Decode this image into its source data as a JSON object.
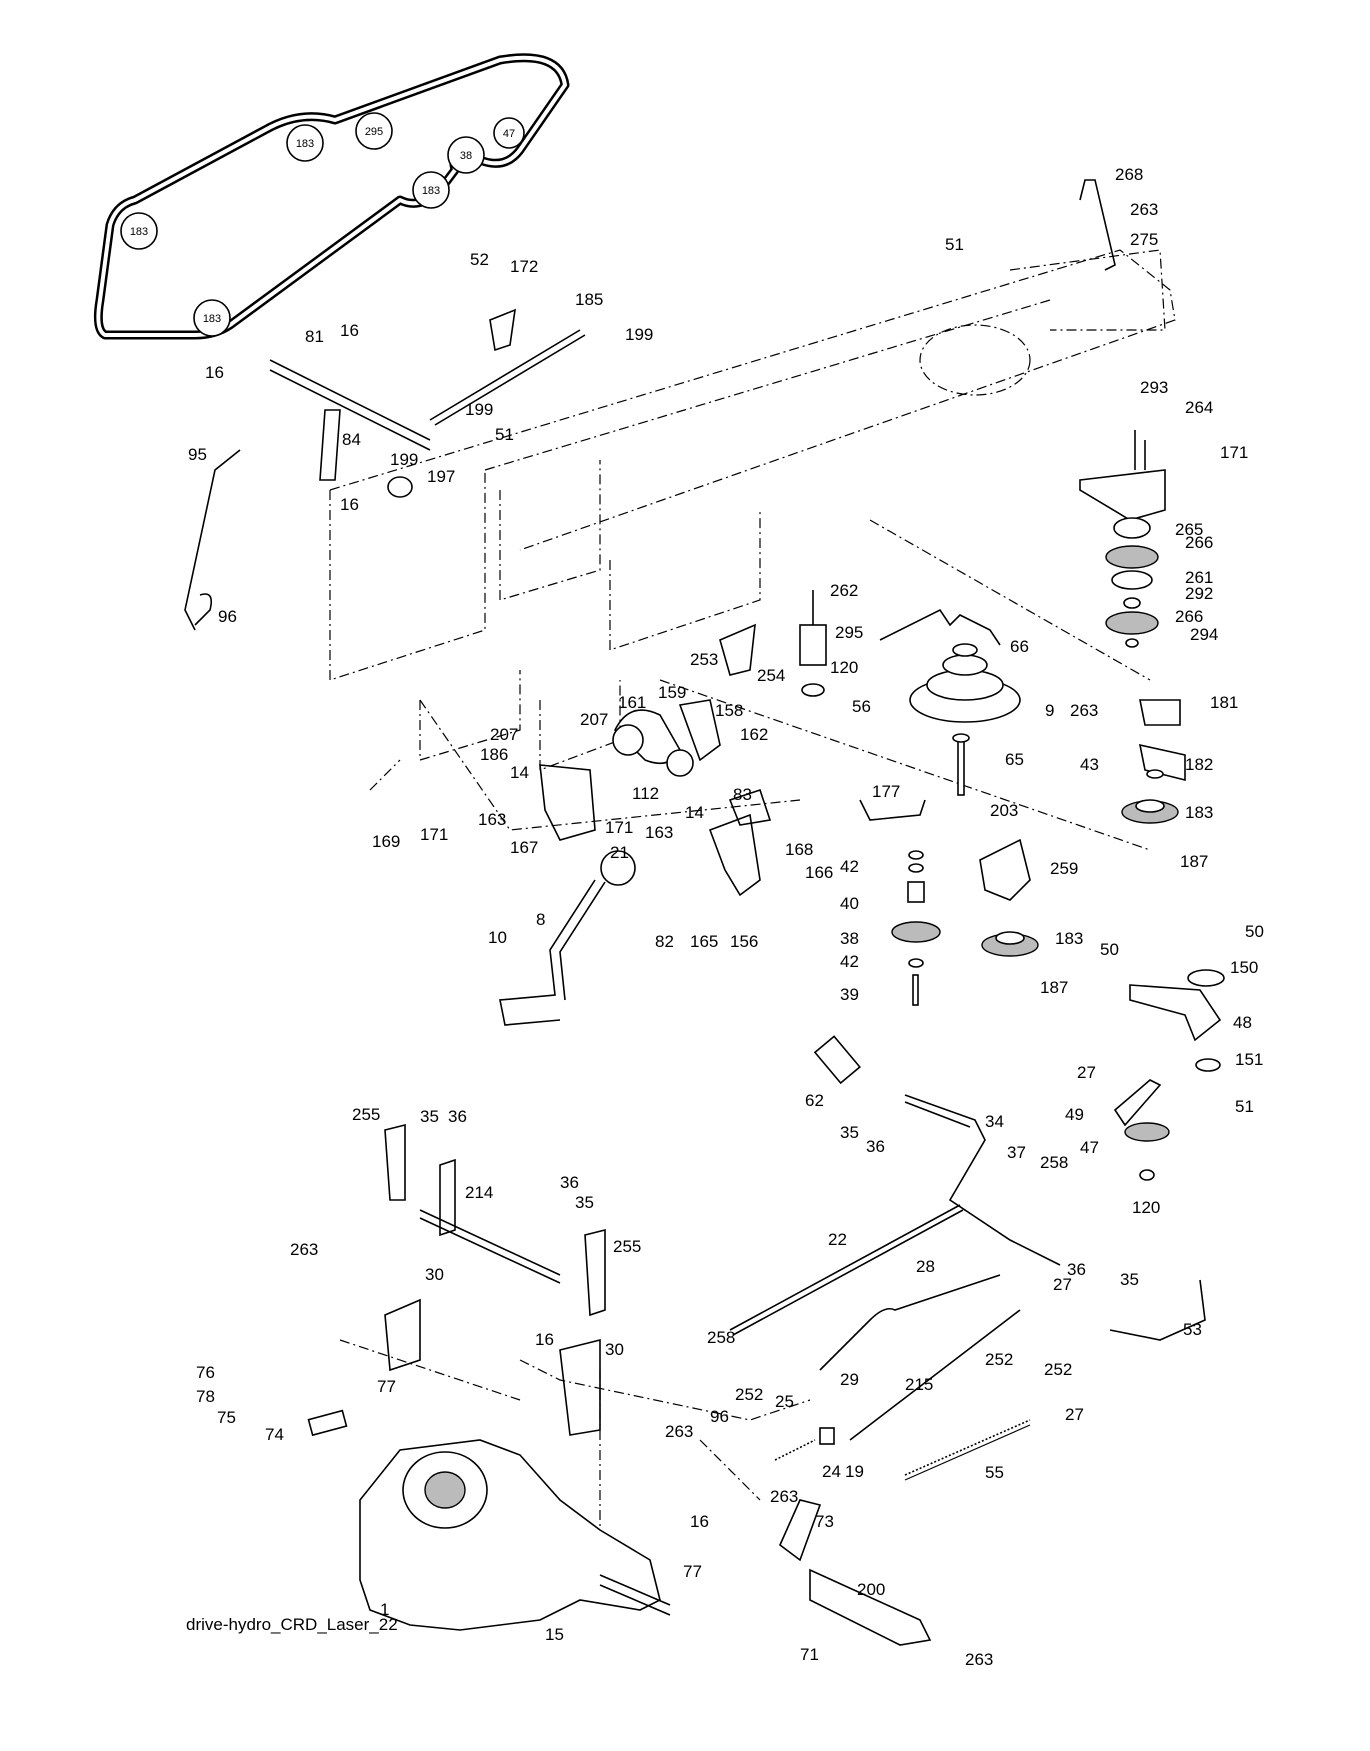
{
  "caption": "drive-hydro_CRD_Laser_22",
  "belt_pulley_labels": [
    "183",
    "295",
    "183",
    "38",
    "47",
    "183",
    "183"
  ],
  "callouts": [
    "268",
    "263",
    "275",
    "51",
    "52",
    "172",
    "185",
    "199",
    "81",
    "16",
    "16",
    "199",
    "84",
    "199",
    "51",
    "197",
    "16",
    "95",
    "96",
    "293",
    "264",
    "171",
    "265",
    "266",
    "261",
    "292",
    "266",
    "294",
    "262",
    "295",
    "120",
    "56",
    "66",
    "9",
    "263",
    "181",
    "253",
    "254",
    "161",
    "159",
    "158",
    "207",
    "162",
    "207",
    "186",
    "14",
    "163",
    "112",
    "14",
    "83",
    "163",
    "169",
    "171",
    "167",
    "171",
    "65",
    "43",
    "182",
    "183",
    "203",
    "187",
    "177",
    "259",
    "42",
    "40",
    "38",
    "183",
    "42",
    "39",
    "187",
    "21",
    "168",
    "166",
    "82",
    "165",
    "156",
    "10",
    "8",
    "50",
    "50",
    "150",
    "48",
    "27",
    "151",
    "49",
    "51",
    "47",
    "120",
    "62",
    "35",
    "36",
    "34",
    "37",
    "258",
    "255",
    "35",
    "36",
    "214",
    "36",
    "35",
    "255",
    "22",
    "28",
    "36",
    "35",
    "263",
    "30",
    "27",
    "258",
    "29",
    "252",
    "252",
    "53",
    "16",
    "30",
    "215",
    "27",
    "76",
    "77",
    "78",
    "75",
    "74",
    "263",
    "96",
    "252",
    "25",
    "24",
    "19",
    "55",
    "263",
    "73",
    "16",
    "77",
    "200",
    "1",
    "15",
    "71",
    "263"
  ]
}
